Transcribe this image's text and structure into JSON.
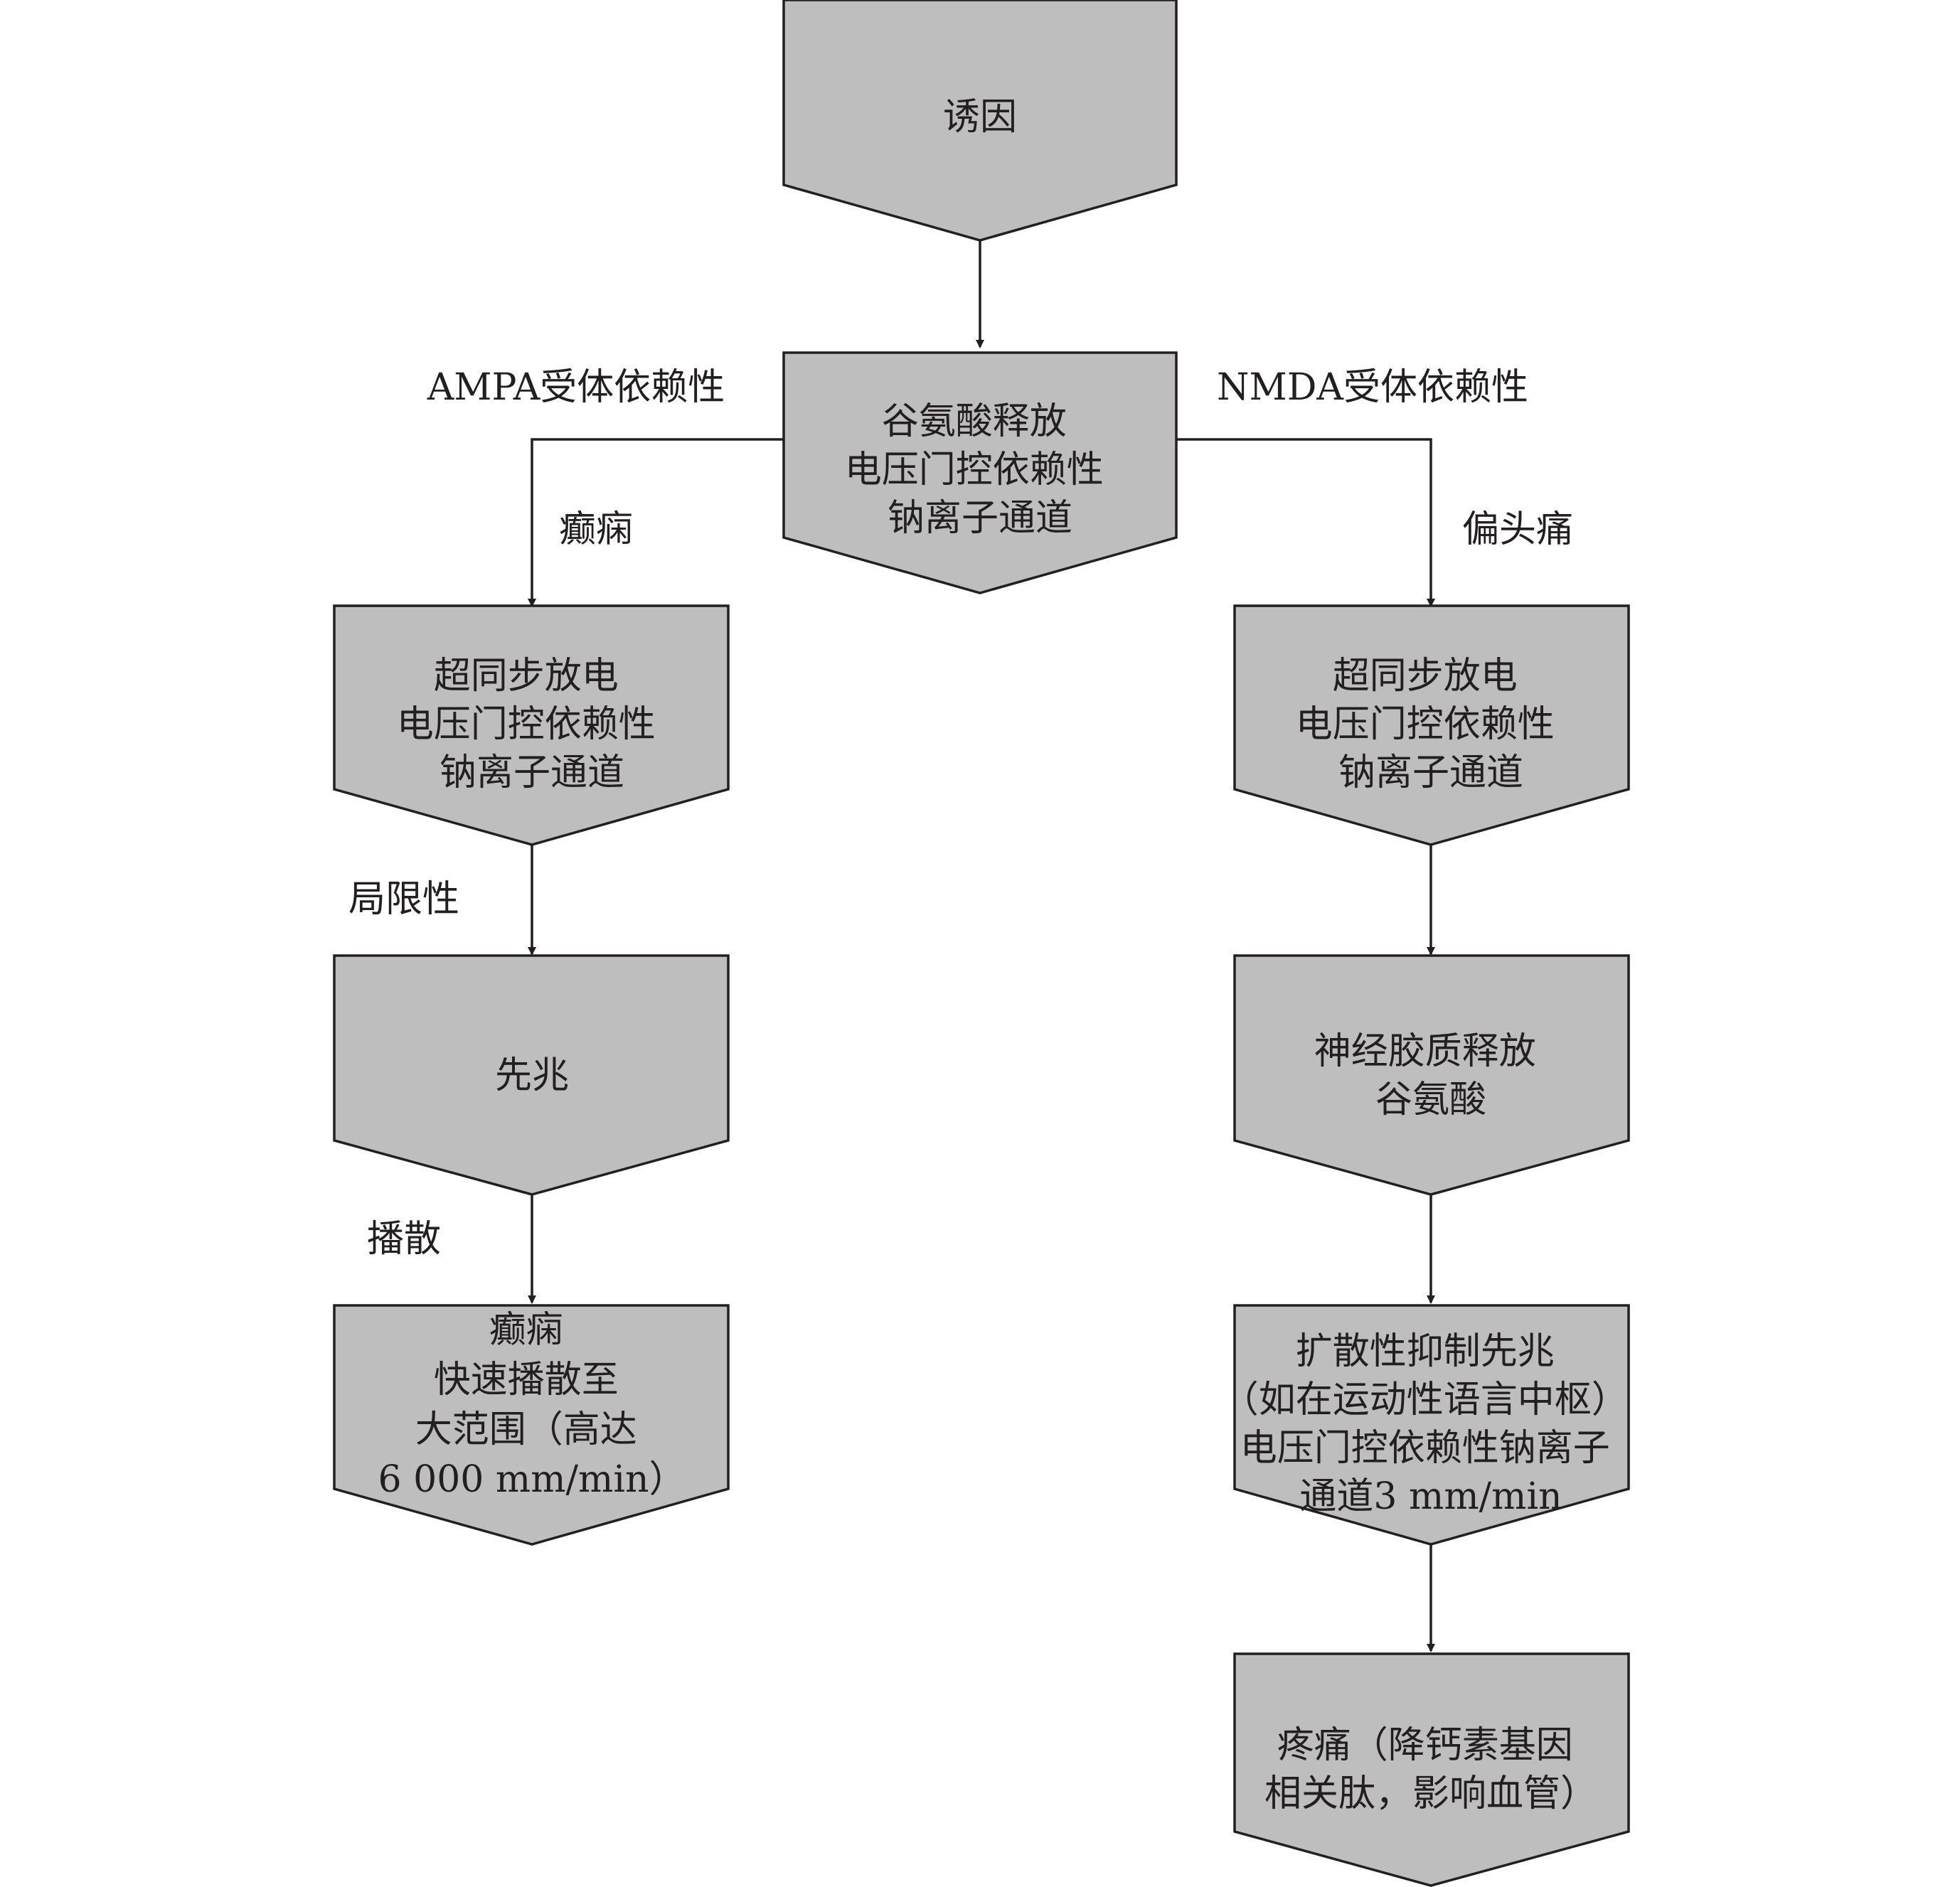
{
  "diagram": {
    "colors": {
      "node_fill": "#bebebe",
      "stroke": "#231f20",
      "text": "#231f20",
      "background": "#ffffff"
    },
    "nodes": {
      "trigger": {
        "lines": [
          "诱因"
        ]
      },
      "glutamate_release": {
        "lines": [
          "谷氨酸释放",
          "电压门控依赖性",
          "钠离子通道"
        ]
      },
      "hypersync_left": {
        "lines": [
          "超同步放电",
          "电压门控依赖性",
          "钠离子通道"
        ]
      },
      "aura": {
        "lines": [
          "先兆"
        ]
      },
      "epilepsy_spread": {
        "lines": [
          "癫痫",
          "快速播散至",
          "大范围（高达",
          "6 000 mm/min）"
        ]
      },
      "hypersync_right": {
        "lines": [
          "超同步放电",
          "电压门控依赖性",
          "钠离子通道"
        ]
      },
      "glia_release": {
        "lines": [
          "神经胶质释放",
          "谷氨酸"
        ]
      },
      "spreading_depression": {
        "lines": [
          "扩散性抑制先兆",
          "（如在运动性语言中枢）",
          "电压门控依赖性钠离子",
          "通道3 mm/min"
        ]
      },
      "pain": {
        "lines": [
          "疼痛（降钙素基因",
          "相关肽，影响血管）"
        ]
      }
    },
    "edge_labels": {
      "ampa": "AMPA受体依赖性",
      "nmda": "NMDA受体依赖性",
      "epilepsy": "癫痫",
      "migraine": "偏头痛",
      "localized": "局限性",
      "spread": "播散"
    }
  }
}
